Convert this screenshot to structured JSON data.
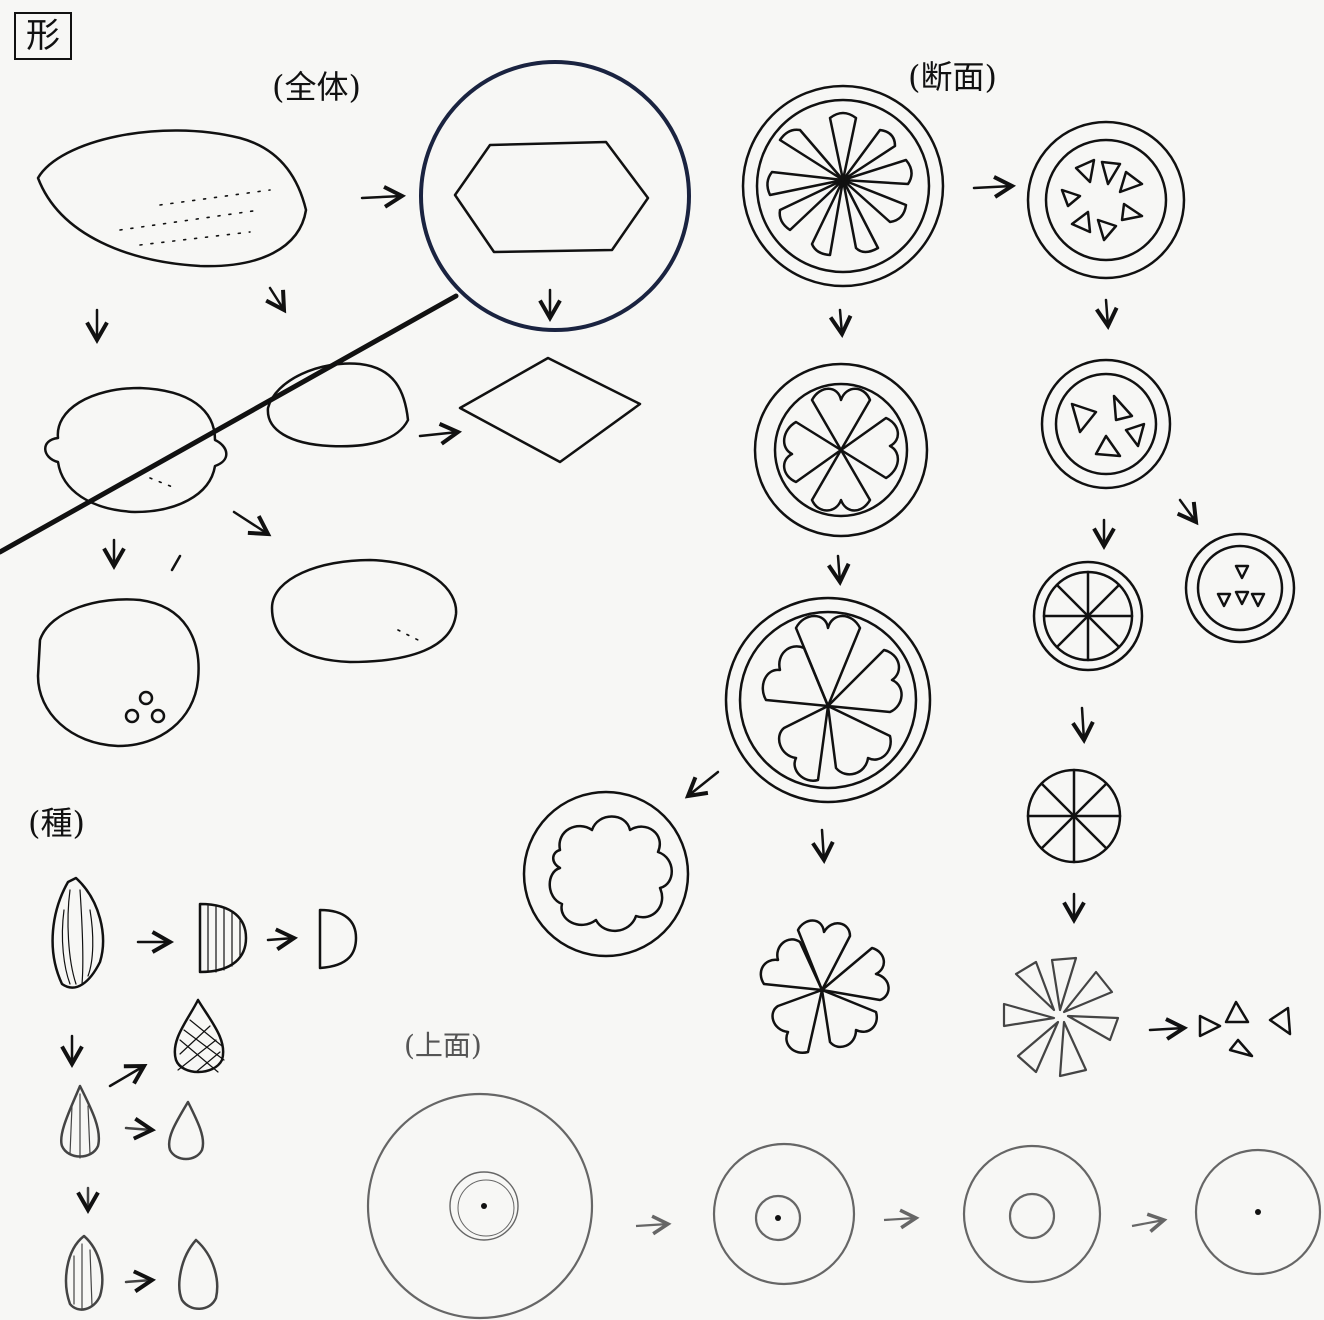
{
  "labels": {
    "shape": "形",
    "whole": "(全体)",
    "cross_section": "(断面)",
    "seed": "(種)",
    "top_view": "(上面)"
  },
  "colors": {
    "ink": "#111111",
    "pencil": "#666666",
    "circle_outline": "#1a2340"
  }
}
